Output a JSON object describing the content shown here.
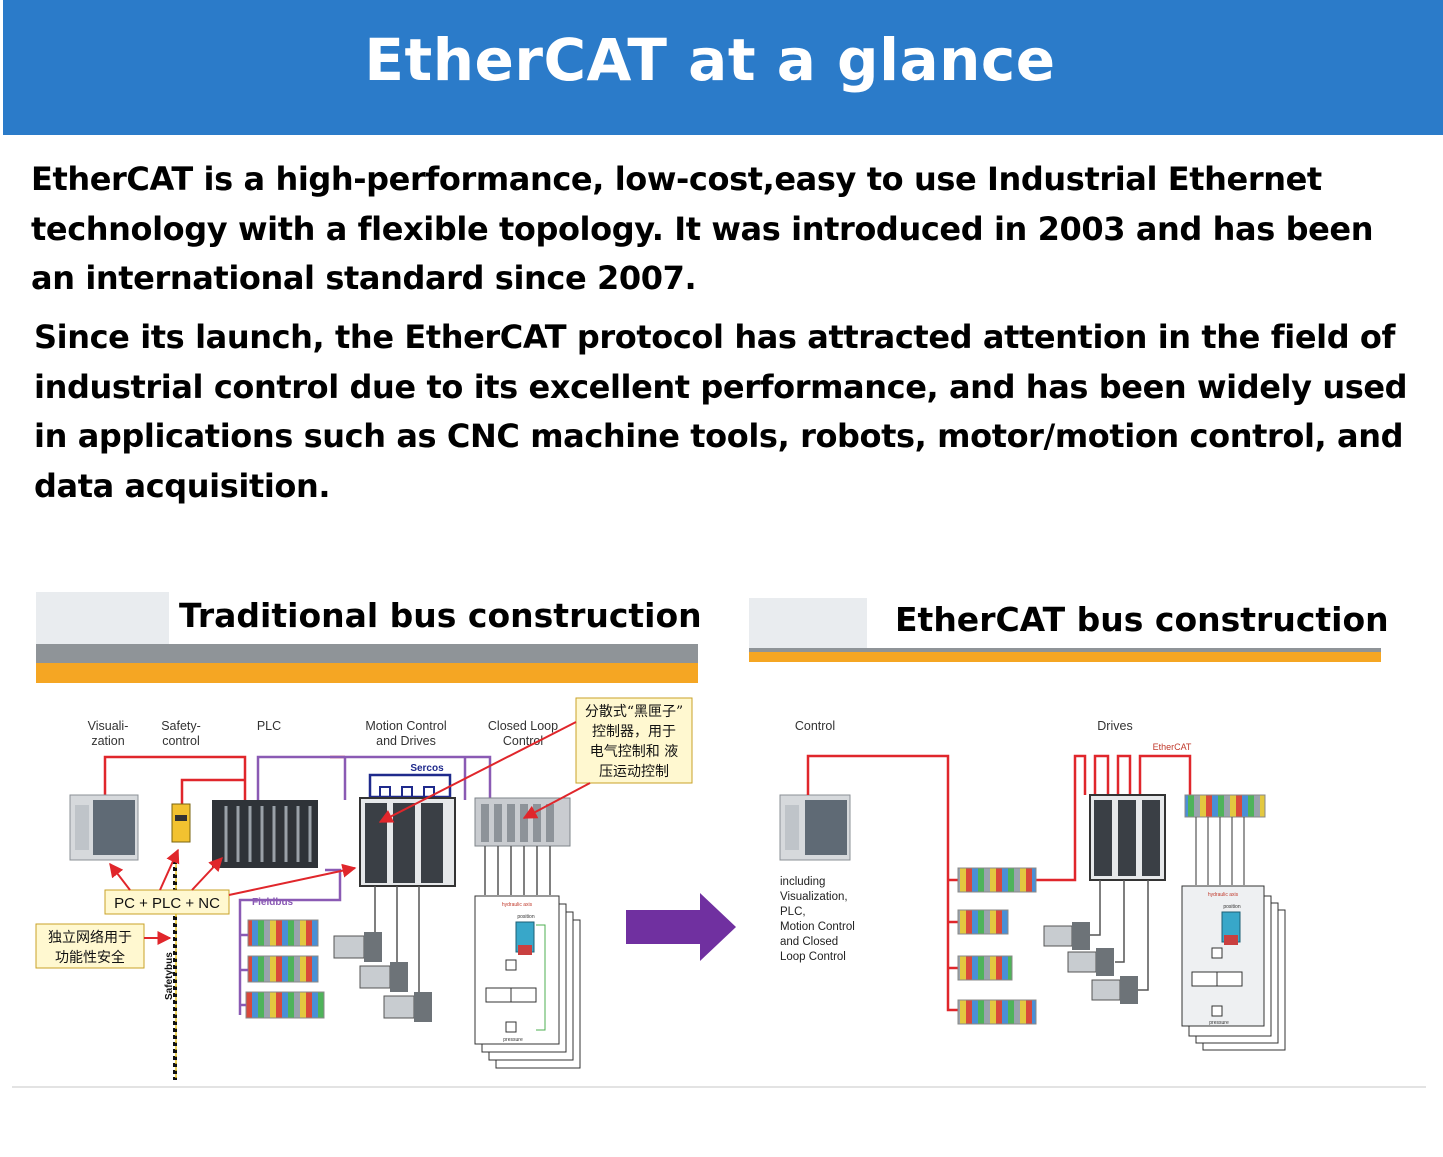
{
  "header": {
    "title": "EtherCAT at a glance"
  },
  "paragraphs": [
    "EtherCAT is a high-performance, low-cost,easy to use Industrial Ethernet technology with a flexible topology. It was introduced in 2003 and has been an international standard since 2007.",
    "Since its launch, the EtherCAT protocol has attracted attention in the field of industrial control due to its excellent performance, and has been widely used in applications such as CNC machine tools, robots, motor/motion control, and data acquisition."
  ],
  "left_panel": {
    "title": "Traditional bus construction",
    "labels": {
      "visualization_1": "Visuali-",
      "visualization_2": "zation",
      "safety_1": "Safety-",
      "safety_2": "control",
      "plc": "PLC",
      "motion_1": "Motion Control",
      "motion_2": "and Drives",
      "closed_1": "Closed Loop",
      "closed_2": "Control",
      "sercos": "Sercos",
      "fieldbus": "Fieldbus",
      "safetybus": "Safetybus",
      "pc_plc_nc": "PC + PLC + NC",
      "hydraulic": "hydraulic axis",
      "position": "position",
      "pressure": "pressure"
    },
    "callout_top": [
      "分散式“黑匣子”",
      "控制器，用于",
      "电气控制和 液",
      "压运动控制"
    ],
    "callout_left": [
      "独立网络用于",
      "功能性安全"
    ]
  },
  "right_panel": {
    "title": "EtherCAT bus construction",
    "labels": {
      "control": "Control",
      "drives": "Drives",
      "ethercat": "EtherCAT",
      "hydraulic": "hydraulic axis",
      "position": "position",
      "pressure": "pressure"
    },
    "including": [
      "including",
      "Visualization,",
      "PLC,",
      "Motion Control",
      "and Closed",
      "Loop Control"
    ]
  },
  "colors": {
    "header_bg": "#2b7bc9",
    "orange_bar": "#f5a623",
    "gray_bar": "#8f9498",
    "arrow": "#7030a0",
    "bus_red": "#e0262b",
    "bus_purple": "#8a5ab4",
    "sercos_blue": "#1f2a8c"
  }
}
